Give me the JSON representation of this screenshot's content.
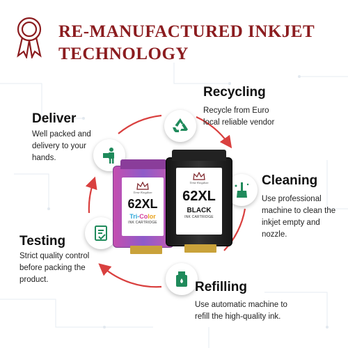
{
  "header": {
    "title": "RE-MANUFACTURED INKJET TECHNOLOGY",
    "badge_icon": "ribbon-medal-icon",
    "brand_color": "#8b1c1f"
  },
  "ring_color": "#d9403f",
  "features": {
    "recycling": {
      "title": "Recycling",
      "desc": "Recycle from Euro local reliable vendor",
      "icon": "recycle-icon"
    },
    "cleaning": {
      "title": "Cleaning",
      "desc": "Use professional machine to clean the inkjet empty and nozzle.",
      "icon": "brush-cleaning-icon"
    },
    "refilling": {
      "title": "Refilling",
      "desc": "Use automatic machine to refill the high-quality ink.",
      "icon": "ink-refill-icon"
    },
    "testing": {
      "title": "Testing",
      "desc": "Strict quality control before packing the product.",
      "icon": "checklist-icon"
    },
    "deliver": {
      "title": "Deliver",
      "desc": "Well packed and delivery to your hands.",
      "icon": "delivery-person-icon"
    }
  },
  "cartridges": {
    "color": {
      "brand": "Teme Kingdom",
      "model": "62XL",
      "tri_1": "Tri-",
      "tri_2": "Co",
      "tri_3": "lor",
      "sub": "INK CARTRIDGE"
    },
    "black": {
      "brand": "Teme Kingdom",
      "model": "62XL",
      "label": "BLACK",
      "sub": "INK CARTRIDGE"
    }
  }
}
